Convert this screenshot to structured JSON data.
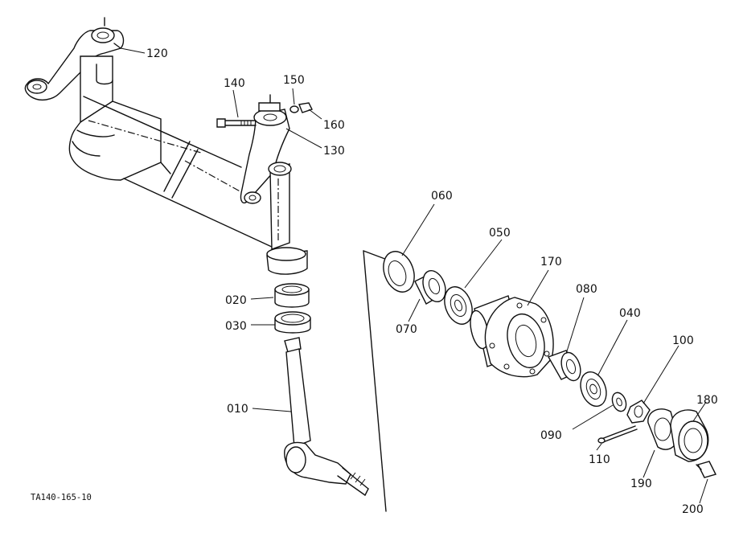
{
  "diagram": {
    "drawing_code": "TA140-165-10",
    "callouts": {
      "p010": "010",
      "p020": "020",
      "p030": "030",
      "p040": "040",
      "p050": "050",
      "p060": "060",
      "p070": "070",
      "p080": "080",
      "p090": "090",
      "p100": "100",
      "p110": "110",
      "p120": "120",
      "p130": "130",
      "p140": "140",
      "p150": "150",
      "p160": "160",
      "p170": "170",
      "p180": "180",
      "p190": "190",
      "p200": "200"
    }
  }
}
